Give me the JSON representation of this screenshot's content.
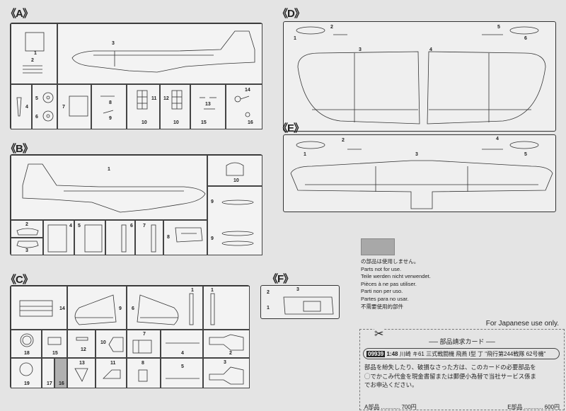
{
  "sections": {
    "a": "《A》",
    "b": "《B》",
    "c": "《C》",
    "d": "《D》",
    "e": "《E》",
    "f": "《F》"
  },
  "parts_a": [
    "1",
    "2",
    "3",
    "4",
    "5",
    "6",
    "7",
    "8",
    "9",
    "10",
    "11",
    "12",
    "10",
    "13",
    "14",
    "15",
    "16"
  ],
  "parts_b": [
    "1",
    "10",
    "9",
    "2",
    "3",
    "4",
    "5",
    "6",
    "7",
    "8"
  ],
  "parts_c": [
    "14",
    "9",
    "6",
    "1",
    "1",
    "18",
    "15",
    "12",
    "10",
    "7",
    "4",
    "2",
    "19",
    "17",
    "16",
    "13",
    "11",
    "8",
    "5",
    "3"
  ],
  "parts_d": [
    "1",
    "2",
    "3",
    "4",
    "5",
    "6"
  ],
  "parts_e": [
    "1",
    "2",
    "3",
    "4",
    "5"
  ],
  "parts_f": [
    "1",
    "2",
    "3"
  ],
  "notice": {
    "lines": [
      "の部品は使用しません。",
      "Parts not for use.",
      "Teile werden nicht verwendet.",
      "Pièces à ne pas utiliser.",
      "Parti non per uso.",
      "Partes para no usar.",
      "不需要使用的部件"
    ],
    "swatch_color": "#a8a8a8"
  },
  "japan_only": "For Japanese use only.",
  "card": {
    "scissors": "✂",
    "title": "── 部品請求カード ──",
    "code": "09939",
    "scale": "1:48",
    "product": "川崎 キ61 三式戦闘機 飛燕 I型 丁 \"飛行第244戦隊 62号機\"",
    "body": [
      "部品を紛失したり、破損なさった方は、このカードの必要部品を",
      "◯でかこみ代金を現金書留または郵便小為替で当社サービス係ま",
      "でお申込ください。"
    ],
    "price_row": [
      "A部品 ............ 700円",
      "E部品 ............ 600円"
    ]
  }
}
